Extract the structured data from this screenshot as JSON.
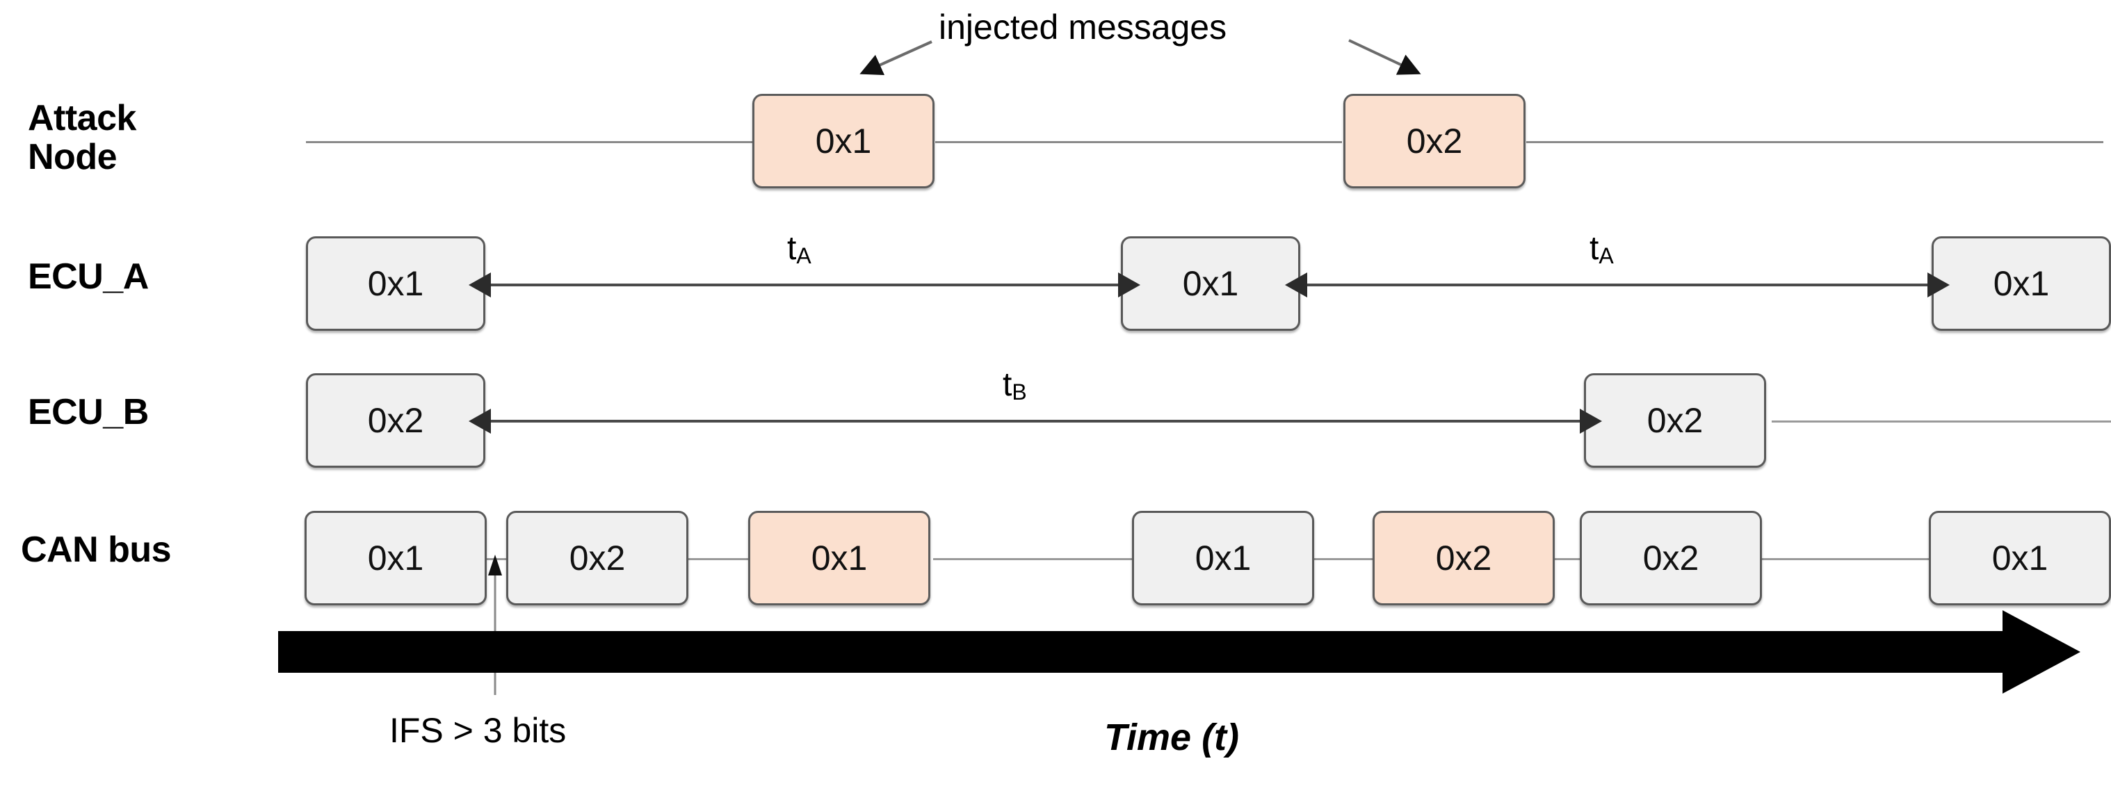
{
  "diagram": {
    "title_annotation": "injected messages",
    "time_axis_label": "Time (t)",
    "ifs_label": "IFS > 3 bits",
    "colors": {
      "injected_fill": "#fbe0cf",
      "normal_fill": "#f0f0f0",
      "border": "#595959",
      "lifeline": "#8a8a8a",
      "axis": "#000000"
    },
    "rows": [
      {
        "id": "attack-node",
        "label": "Attack\nNode",
        "messages": [
          {
            "id": "0x1",
            "kind": "injected"
          },
          {
            "id": "0x2",
            "kind": "injected"
          }
        ]
      },
      {
        "id": "ecu-a",
        "label": "ECU_A",
        "messages": [
          {
            "id": "0x1",
            "kind": "normal"
          },
          {
            "id": "0x1",
            "kind": "normal"
          },
          {
            "id": "0x1",
            "kind": "normal"
          }
        ],
        "intervals": [
          {
            "symbol": "t",
            "subscript": "A"
          },
          {
            "symbol": "t",
            "subscript": "A"
          }
        ]
      },
      {
        "id": "ecu-b",
        "label": "ECU_B",
        "messages": [
          {
            "id": "0x2",
            "kind": "normal"
          },
          {
            "id": "0x2",
            "kind": "normal"
          }
        ],
        "intervals": [
          {
            "symbol": "t",
            "subscript": "B"
          }
        ]
      },
      {
        "id": "can-bus",
        "label": "CAN bus",
        "messages": [
          {
            "id": "0x1",
            "kind": "normal"
          },
          {
            "id": "0x2",
            "kind": "normal"
          },
          {
            "id": "0x1",
            "kind": "injected"
          },
          {
            "id": "0x1",
            "kind": "normal"
          },
          {
            "id": "0x2",
            "kind": "injected"
          },
          {
            "id": "0x2",
            "kind": "normal"
          },
          {
            "id": "0x1",
            "kind": "normal"
          }
        ]
      }
    ]
  }
}
